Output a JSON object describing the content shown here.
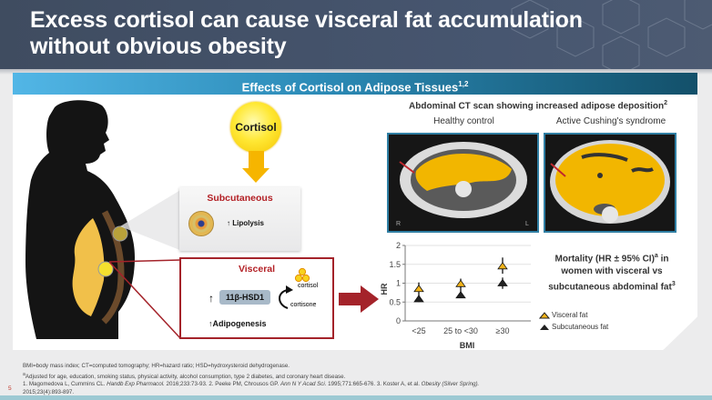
{
  "slide": {
    "title_line1": "Excess cortisol can cause visceral fat accumulation",
    "title_line2": "without obvious obesity",
    "page_number": "5"
  },
  "panel": {
    "header": "Effects of Cortisol on Adipose Tissues",
    "header_sup": "1,2"
  },
  "diagram": {
    "cortisol_label": "Cortisol",
    "subcutaneous_label": "Subcutaneous",
    "lipolysis_label": "Lipolysis",
    "visceral_label": "Visceral",
    "enzyme_label": "11β-HSD1",
    "cortisol_small": "cortisol",
    "cortisone_small": "cortisone",
    "adipogenesis_label": "Adipogenesis",
    "up_arrow": "↑",
    "colors": {
      "red": "#a4232a",
      "gold": "#f6b500"
    }
  },
  "ct": {
    "title": "Abdominal CT scan showing increased adipose deposition",
    "title_sup": "2",
    "healthy_label": "Healthy control",
    "cushing_label": "Active Cushing's syndrome",
    "marker_r": "R",
    "marker_l": "L"
  },
  "mortality": {
    "title_line1": "Mortality (HR ± 95% CI)",
    "title_sup_a": "a",
    "title_line1_end": " in",
    "title_line2": "women with visceral vs",
    "title_line3": "subcutaneous abdominal fat",
    "title_sup_3": "3"
  },
  "chart_data": {
    "type": "scatter",
    "title": "Mortality (HR ± 95% CI) in women with visceral vs subcutaneous abdominal fat",
    "xlabel": "BMI",
    "ylabel": "HR",
    "categories": [
      "<25",
      "25 to <30",
      "≥30"
    ],
    "ylim": [
      0,
      2
    ],
    "yticks": [
      "0",
      "0.5",
      "1",
      "1.5",
      "2"
    ],
    "grid": true,
    "legend_position": "bottom-right",
    "series": [
      {
        "name": "Visceral fat",
        "color": "#f2b319",
        "values": [
          0.85,
          0.98,
          1.45
        ],
        "ci_low": [
          0.6,
          0.65,
          1.25
        ],
        "ci_high": [
          1.02,
          1.12,
          1.68
        ]
      },
      {
        "name": "Subcutaneous fat",
        "color": "#222222",
        "values": [
          0.58,
          0.68,
          1.0
        ],
        "ci_low": [
          0.5,
          0.62,
          0.85
        ],
        "ci_high": [
          0.65,
          0.72,
          1.15
        ]
      }
    ]
  },
  "footnotes": {
    "line1": "BMI=body mass index; CT=computed tomography; HR=hazard ratio; HSD=hydroxysteroid dehydrogenase.",
    "line2_sup": "a",
    "line2": "Adjusted for age, education, smoking status, physical activity, alcohol consumption, type 2 diabetes, and coronary heart disease.",
    "ref1": "1. Magomedova L, Cummins CL. ",
    "ref1_journal": "Handb Exp Pharmacol.",
    "ref1_rest": " 2016;233:73-93. 2. Peeke PM, Chrousos GP. ",
    "ref2_journal": "Ann N Y Acad Sci.",
    "ref2_rest": " 1995;771:665-676. 3. Koster A, et al. ",
    "ref3_journal": "Obesity (Silver Spring).",
    "line4": "2015;23(4):893-897."
  }
}
